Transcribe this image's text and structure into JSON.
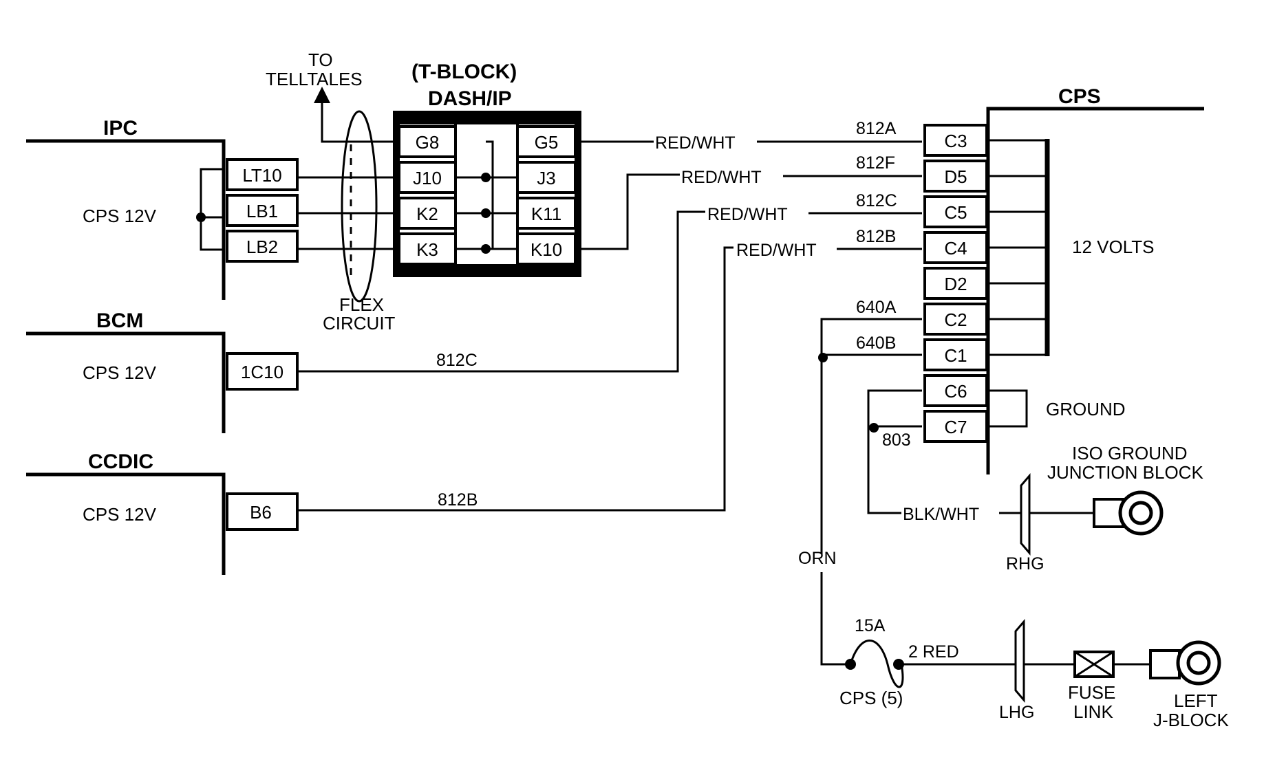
{
  "modules": {
    "ipc": {
      "title": "IPC",
      "supply": "CPS 12V",
      "pins": [
        "LT10",
        "LB1",
        "LB2"
      ]
    },
    "bcm": {
      "title": "BCM",
      "supply": "CPS 12V",
      "pins": [
        "1C10"
      ]
    },
    "ccdic": {
      "title": "CCDIC",
      "supply": "CPS 12V",
      "pins": [
        "B6"
      ]
    }
  },
  "tblock": {
    "title_line1": "(T-BLOCK)",
    "title_line2": "DASH/IP",
    "left_pins": [
      "G8",
      "J10",
      "K2",
      "K3"
    ],
    "right_pins": [
      "G5",
      "J3",
      "K11",
      "K10"
    ]
  },
  "telltales": {
    "line1": "TO",
    "line2": "TELLTALES"
  },
  "flex_circuit": {
    "line1": "FLEX",
    "line2": "CIRCUIT"
  },
  "cps": {
    "title": "CPS",
    "pins": [
      "C3",
      "D5",
      "C5",
      "C4",
      "D2",
      "C2",
      "C1",
      "C6",
      "C7"
    ],
    "volts_label": "12 VOLTS",
    "ground_label": "GROUND"
  },
  "wires": {
    "w1_color": "RED/WHT",
    "w1_circuit": "812A",
    "w2_color": "RED/WHT",
    "w2_circuit": "812F",
    "w3_color": "RED/WHT",
    "w3_circuit": "812C",
    "w4_color": "RED/WHT",
    "w4_circuit": "812B",
    "bcm_circuit": "812C",
    "ccdic_circuit": "812B",
    "c2_circuit": "640A",
    "c1_circuit": "640B",
    "ground_circuit": "803",
    "ground_color": "BLK/WHT",
    "feed_color": "ORN",
    "fuse_out": "2 RED"
  },
  "iso_ground": {
    "line1": "ISO GROUND",
    "line2": "JUNCTION BLOCK",
    "connector": "RHG"
  },
  "fuse": {
    "rating": "15A",
    "label": "CPS (5)"
  },
  "lhg": "LHG",
  "fuse_link": {
    "line1": "FUSE",
    "line2": "LINK"
  },
  "left_jblock": {
    "line1": "LEFT",
    "line2": "J-BLOCK"
  }
}
